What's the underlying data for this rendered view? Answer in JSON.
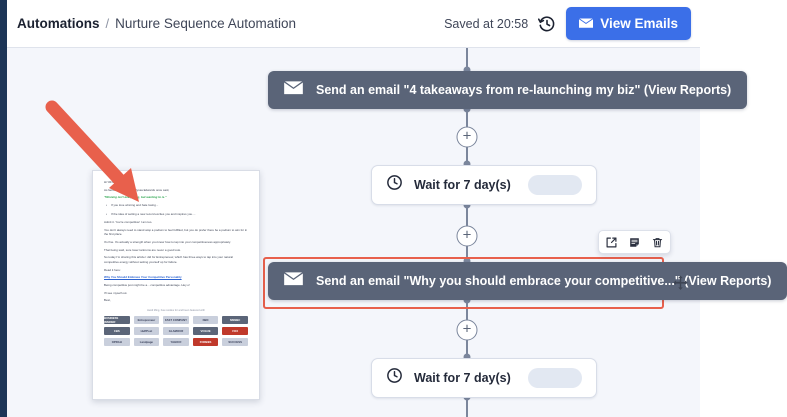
{
  "header": {
    "breadcrumb_root": "Automations",
    "breadcrumb_separator": "/",
    "breadcrumb_current": "Nurture Sequence Automation",
    "saved_status": "Saved at 20:58",
    "history_icon": "history-clock-icon",
    "view_emails_label": "View Emails",
    "view_emails_icon": "envelope-icon",
    "accent_blue": "#3b6fe8"
  },
  "canvas": {
    "node_color": "#5a6478",
    "selection_color": "#e8604c",
    "connector_color": "#7b869c",
    "background": "#f4f6fb",
    "add_step_label": "+",
    "nodes": [
      {
        "type": "email",
        "icon": "envelope-icon",
        "label": "Send an email \"4 takeaways from re-launching my biz\" (View Reports)"
      },
      {
        "type": "wait",
        "icon": "clock-icon",
        "label": "Wait for 7 day(s)"
      },
      {
        "type": "email",
        "icon": "envelope-icon",
        "label": "Send an email \"Why you should embrace your competitive...\" (View Reports)",
        "selected": true
      },
      {
        "type": "wait",
        "icon": "clock-icon",
        "label": "Wait for 7 day(s)"
      }
    ]
  },
  "node_toolbar": {
    "open_icon": "external-link-icon",
    "duplicate_icon": "note-copy-icon",
    "delete_icon": "trash-icon",
    "move_icon": "move-handle-icon"
  },
  "email_preview": {
    "greeting": "Hi %FIRSTNAME%,",
    "intro": "As famous drag queen Alyssa Edwards once said,",
    "quote": "\"Winning isn't everything, but wanting to is.\"",
    "bullets": [
      "If you love winning and hate losing...",
      "If the idea of setting a new record excites you and inspires you...."
    ],
    "body": [
      "Admit it. You're competitive! I am too.",
      "You don't always need to stand atop a podium to feel fulfilled, but you do prefer there be a podium to aim for in the first place.",
      "It's fine. It's actually a strength when you know how to tap into your competitiveness appropriately.",
      "That being said, sore loser tantrums are never a good look.",
      "So today I'm sharing this article I did for Entrepreneur, which has three ways to tap into your natural competitive energy without setting yourself up for failure.",
      "Read it here:"
    ],
    "link": "Why You Should Embrace Your Competitive Personality",
    "closing": [
      "Being competitive just might be a... competitive advantage. Hey o!",
      "I'll see myself out.",
      "Best,"
    ],
    "logos_caption": "Heidi Ming, has resides for and been featured with",
    "logos": [
      "BUSINESS INSIDER",
      "Entrepreneur",
      "FAST COMPANY",
      "NBC",
      "MSNBC",
      "CBS",
      "HuffPost",
      "GLAMOUR",
      "VOGUE",
      "FOX",
      "OPRAH",
      "Landpage",
      "YAHOO!",
      "FORBES",
      "SUCCESS"
    ]
  },
  "annotation": {
    "arrow_color": "#e8604c",
    "arrow_icon": "red-pointer-arrow"
  }
}
